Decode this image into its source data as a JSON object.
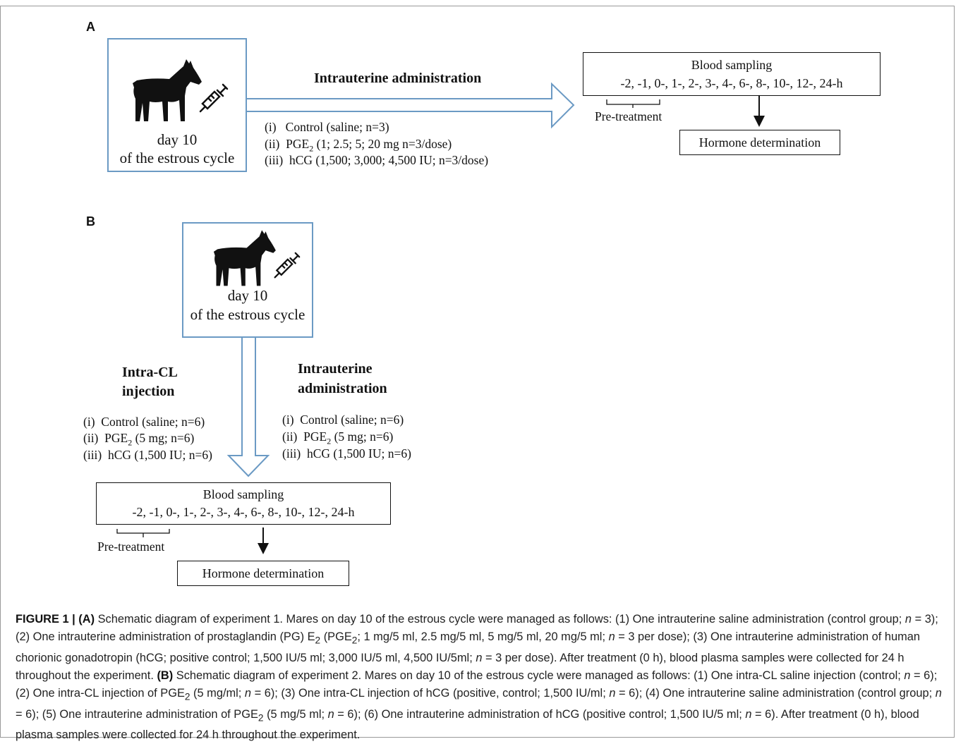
{
  "panel_a": {
    "letter": "A",
    "day_line1": "day 10",
    "day_line2": "of the estrous cycle",
    "heading": "Intrauterine administration",
    "items": [
      {
        "num": "(i)",
        "pre": "Control (saline;  n=3)",
        "sub": "",
        "post": ""
      },
      {
        "num": "(ii)",
        "pre": "PGE",
        "sub": "2",
        "post": " (1; 2.5; 5; 20 mg  n=3/dose)"
      },
      {
        "num": "(iii)",
        "pre": "hCG (1,500; 3,000; 4,500 IU; n=3/dose)",
        "sub": "",
        "post": ""
      }
    ],
    "sampling_title": "Blood sampling",
    "sampling_times": "-2, -1, 0-, 1-, 2-, 3-, 4-, 6-, 8-, 10-, 12-, 24-h",
    "pretreatment": "Pre-treatment",
    "hormone": "Hormone determination"
  },
  "panel_b": {
    "letter": "B",
    "day_line1": "day 10",
    "day_line2": "of the estrous cycle",
    "left_heading_1": "Intra-CL",
    "left_heading_2": "injection",
    "right_heading_1": "Intrauterine",
    "right_heading_2": "administration",
    "left_items": [
      {
        "num": "(i)",
        "pre": "Control (saline;  n=6)",
        "sub": "",
        "post": ""
      },
      {
        "num": "(ii)",
        "pre": "PGE",
        "sub": "2",
        "post": " (5 mg;  n=6)"
      },
      {
        "num": "(iii)",
        "pre": "hCG (1,500 IU; n=6)",
        "sub": "",
        "post": ""
      }
    ],
    "right_items": [
      {
        "num": "(i)",
        "pre": "Control (saline;  n=6)",
        "sub": "",
        "post": ""
      },
      {
        "num": "(ii)",
        "pre": "PGE",
        "sub": "2",
        "post": " (5 mg;  n=6)"
      },
      {
        "num": "(iii)",
        "pre": "hCG (1,500 IU; n=6)",
        "sub": "",
        "post": ""
      }
    ],
    "sampling_title": "Blood sampling",
    "sampling_times": "-2, -1, 0-, 1-, 2-, 3-, 4-, 6-, 8-, 10-, 12-, 24-h",
    "pretreatment": "Pre-treatment",
    "hormone": "Hormone determination"
  },
  "caption": {
    "label": "FIGURE 1 | ",
    "a_label": "(A)",
    "a_text_1": " Schematic diagram of experiment 1. Mares on day 10 of the estrous cycle were managed as follows: (1) One intrauterine saline administration (control group; ",
    "n": "n",
    "a_text_2": " = 3); (2) One intrauterine administration of prostaglandin (PG) E",
    "sub2": "2",
    "a_text_3": " (PGE",
    "a_text_4": "; 1 mg/5 ml, 2.5 mg/5 ml, 5 mg/5 ml, 20 mg/5 ml; ",
    "a_text_5": " = 3 per dose); (3) One intrauterine administration of human chorionic gonadotropin (hCG; positive control; 1,500 IU/5 ml; 3,000 IU/5 ml, 4,500 IU/5ml; ",
    "a_text_6": " = 3 per dose). After treatment (0 h), blood plasma samples were collected for 24 h throughout the experiment. ",
    "b_label": "(B)",
    "b_text_1": " Schematic diagram of experiment 2. Mares on day 10 of the estrous cycle were managed as follows: (1) One intra-CL saline injection (control; ",
    "b_text_2": " = 6); (2) One intra-CL injection of PGE",
    "b_text_3": " (5 mg/ml; ",
    "b_text_4": " = 6); (3) One intra-CL injection of hCG (positive, control; 1,500 IU/ml; ",
    "b_text_5": " = 6); (4) One intrauterine saline administration (control group; ",
    "b_text_6": " = 6); (5) One intrauterine administration of PGE",
    "b_text_7": " (5 mg/5 ml; ",
    "b_text_8": " = 6); (6) One intrauterine administration of hCG (positive control; 1,500 IU/5 ml; ",
    "b_text_9": " = 6). After treatment (0 h), blood plasma samples were collected for 24 h throughout the experiment."
  },
  "colors": {
    "box_border": "#6b9ac4",
    "line": "#111111"
  },
  "icons": [
    "horse-icon",
    "syringe-icon"
  ]
}
